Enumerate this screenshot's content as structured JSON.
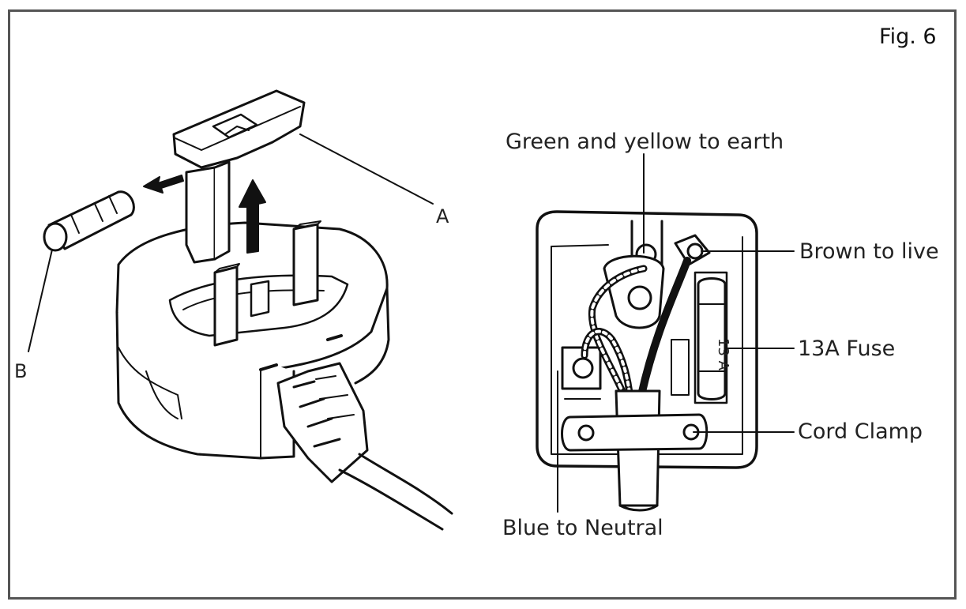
{
  "figure": {
    "label": "Fig. 6"
  },
  "left_view": {
    "callouts": {
      "a": "A",
      "b": "B"
    }
  },
  "right_view": {
    "callouts": {
      "earth": "Green and yellow to earth",
      "live": "Brown to live",
      "fuse": "13A Fuse",
      "clamp": "Cord Clamp",
      "neutral": "Blue to Neutral"
    },
    "fuse_marking": "13 A"
  }
}
